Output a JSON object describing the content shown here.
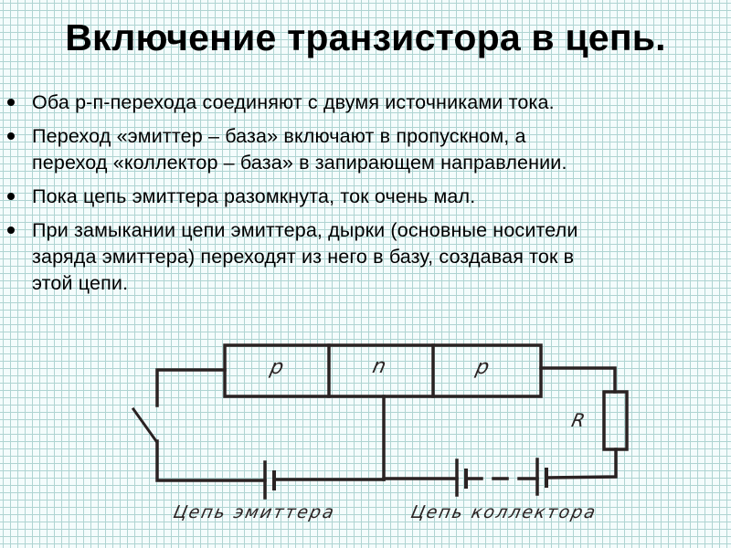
{
  "slide": {
    "title": "Включение транзистора в цепь.",
    "bullets": [
      {
        "lines": [
          "Оба р-п-перехода соединяют с двумя источниками тока."
        ]
      },
      {
        "lines": [
          "Переход «эмиттер – база» включают в пропускном, а",
          "переход «коллектор – база» в запирающем направлении."
        ]
      },
      {
        "lines": [
          "Пока цепь эмиттера разомкнута, ток очень мал."
        ]
      },
      {
        "lines": [
          "При замыкании цепи эмиттера, дырки (основные носители",
          "заряда эмиттера) переходят из него в базу, создавая ток в",
          "этой цепи."
        ]
      }
    ]
  },
  "diagram": {
    "regions": [
      {
        "label": "p"
      },
      {
        "label": "n"
      },
      {
        "label": "p"
      }
    ],
    "resistor_label": "R",
    "captions": {
      "emitter": "Цепь эмиттера",
      "collector": "Цепь коллектора"
    },
    "colors": {
      "ink": "#2a2222",
      "grid_line": "#afd4d2",
      "paper": "#f4fcfc"
    }
  }
}
